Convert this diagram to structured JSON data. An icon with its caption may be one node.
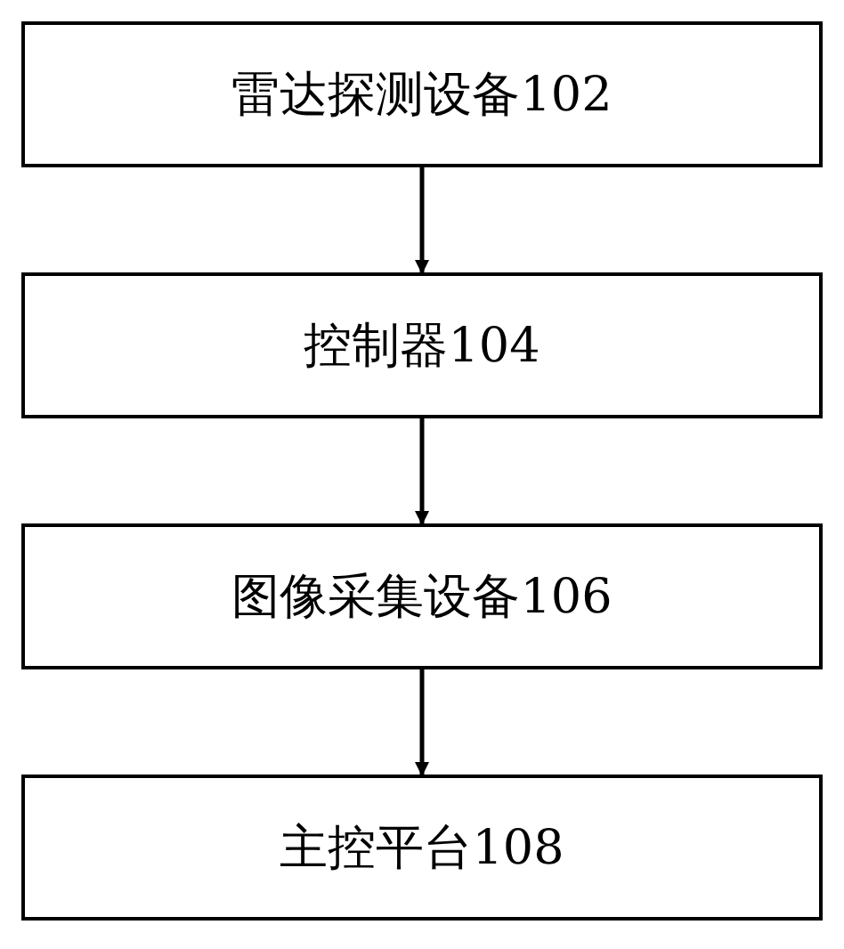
{
  "diagram": {
    "nodes": [
      {
        "text": [
          "雷达探测设备102"
        ]
      },
      {
        "text": [
          "控制器104"
        ]
      },
      {
        "text": [
          "图像采集设备106"
        ]
      },
      {
        "text": [
          "主控平台108"
        ]
      }
    ],
    "edges": [
      {
        "from": 0,
        "to": 1,
        "arrow": "to"
      },
      {
        "from": 1,
        "to": 2,
        "arrow": "to"
      },
      {
        "from": 2,
        "to": 3,
        "arrow": "to"
      }
    ]
  }
}
